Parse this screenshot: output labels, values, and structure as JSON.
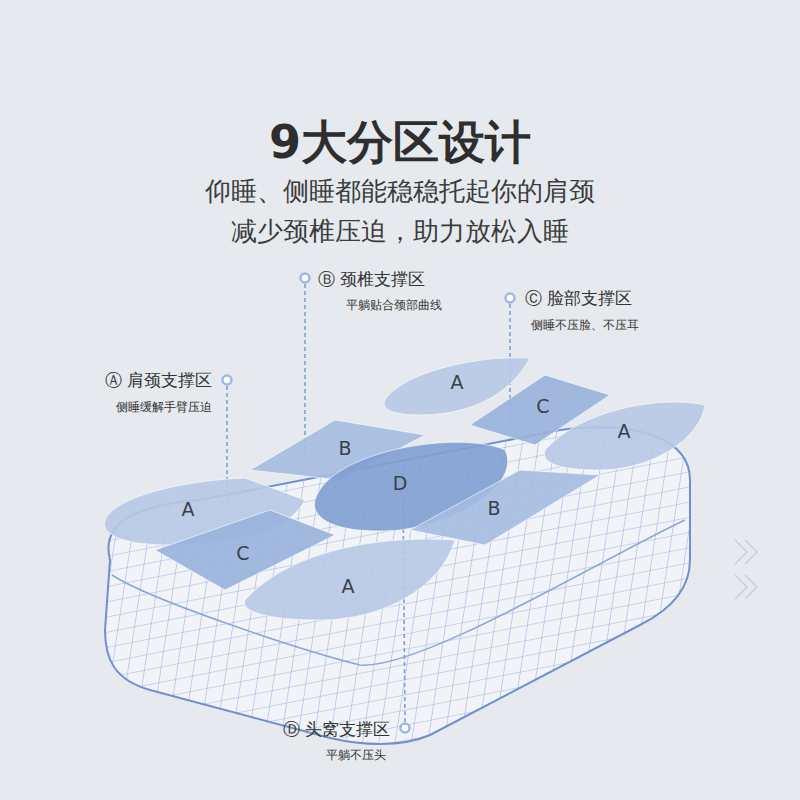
{
  "diagram": {
    "title": "9大分区设计",
    "nodes": [
      {
        "text": [
          "A"
        ]
      },
      {
        "text": [
          "C"
        ]
      },
      {
        "text": [
          "B"
        ]
      },
      {
        "text": [
          "D"
        ]
      },
      {
        "text": [
          "A"
        ]
      },
      {
        "text": [
          "A"
        ]
      },
      {
        "text": [
          "B"
        ]
      },
      {
        "text": [
          "C"
        ]
      },
      {
        "text": [
          "A"
        ]
      }
    ],
    "labels": [
      "仰睡、侧睡都能稳稳托起你的肩颈",
      "减少颈椎压迫，助力放松入睡",
      "Ⓑ 颈椎支撑区",
      "平躺贴合颈部曲线",
      "Ⓒ 脸部支撑区",
      "侧睡不压脸、不压耳",
      "Ⓐ 肩颈支撑区",
      "侧睡缓解手臂压迫",
      "Ⓓ 头窝支撑区",
      "平躺不压头"
    ]
  }
}
